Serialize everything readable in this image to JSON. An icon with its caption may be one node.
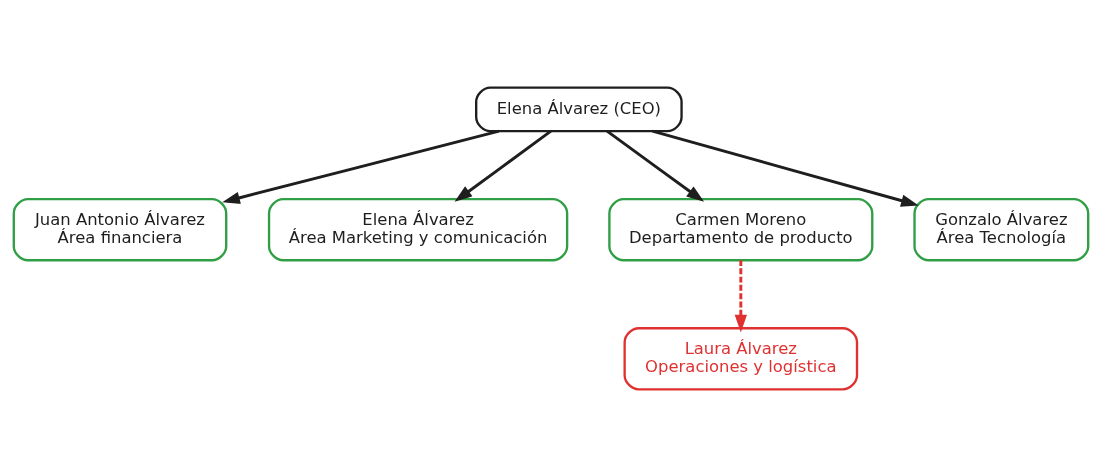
{
  "diagram": {
    "nodes": [
      {
        "text": [
          "Elena Álvarez (CEO)"
        ]
      },
      {
        "text": [
          "Juan Antonio Álvarez",
          "Área financiera"
        ]
      },
      {
        "text": [
          "Elena Álvarez",
          "Área Marketing y comunicación"
        ]
      },
      {
        "text": [
          "Carmen Moreno",
          "Departamento de producto"
        ]
      },
      {
        "text": [
          "Gonzalo Álvarez",
          "Área Tecnología"
        ]
      },
      {
        "text": [
          "Laura Álvarez",
          "Operaciones y logística"
        ]
      }
    ],
    "edges": [
      {
        "from": 0,
        "to": 1,
        "arrow": "to"
      },
      {
        "from": 0,
        "to": 2,
        "arrow": "to"
      },
      {
        "from": 0,
        "to": 3,
        "arrow": "to"
      },
      {
        "from": 0,
        "to": 4,
        "arrow": "to"
      },
      {
        "from": 3,
        "to": 5,
        "arrow": "to",
        "style": "dashed",
        "color": "#e03131"
      }
    ]
  }
}
